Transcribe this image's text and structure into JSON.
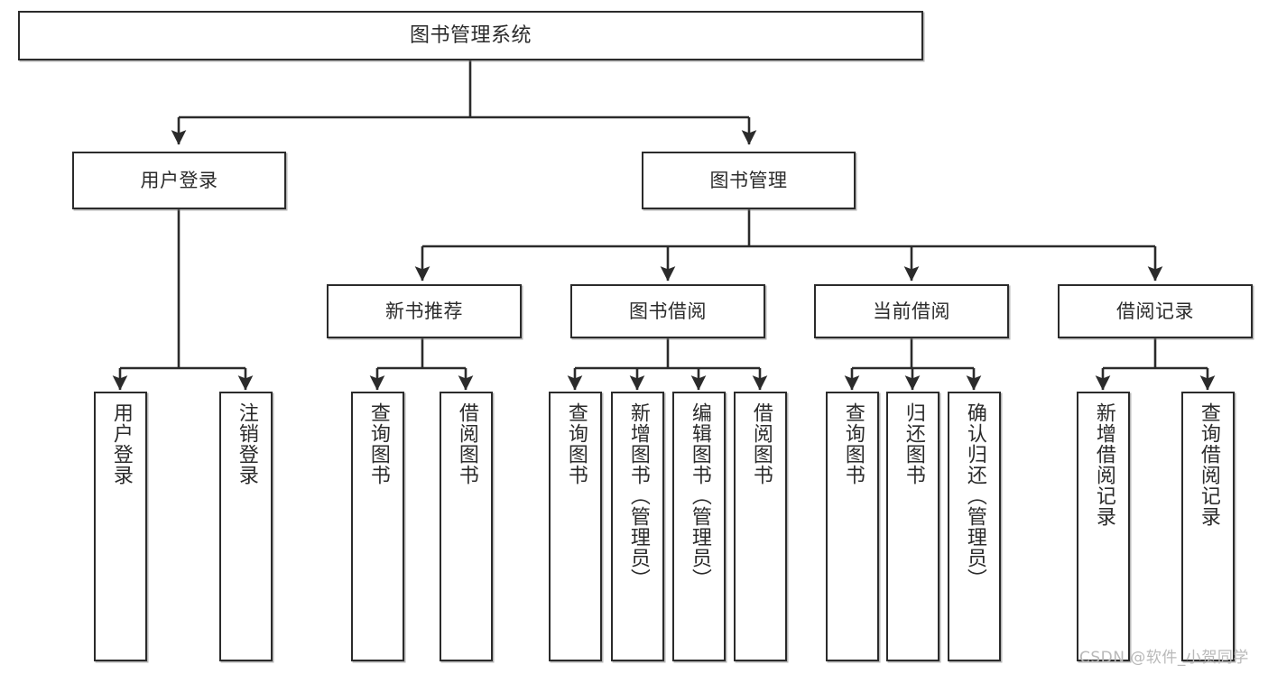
{
  "diagram": {
    "title": "图书管理系统",
    "watermark": "CSDN @软件_小贺同学",
    "stroke_color": "#2b2b2b",
    "fill_color": "#ffffff",
    "background": "#ffffff",
    "nodes": {
      "root": {
        "label": "图书管理系统"
      },
      "level2": [
        {
          "label": "用户登录"
        },
        {
          "label": "图书管理"
        }
      ],
      "level3": [
        {
          "label": "新书推荐"
        },
        {
          "label": "图书借阅"
        },
        {
          "label": "当前借阅"
        },
        {
          "label": "借阅记录"
        }
      ],
      "leaves": {
        "user_login": [
          {
            "label": "用户登录"
          },
          {
            "label": "注销登录"
          }
        ],
        "new_book_recommend": [
          {
            "label": "查询图书"
          },
          {
            "label": "借阅图书"
          }
        ],
        "book_borrow": [
          {
            "label": "查询图书"
          },
          {
            "label": "新增图书（管理员）"
          },
          {
            "label": "编辑图书（管理员）"
          },
          {
            "label": "借阅图书"
          }
        ],
        "current_borrow": [
          {
            "label": "查询图书"
          },
          {
            "label": "归还图书"
          },
          {
            "label": "确认归还（管理员）"
          }
        ],
        "borrow_record": [
          {
            "label": "新增借阅记录"
          },
          {
            "label": "查询借阅记录"
          }
        ]
      }
    }
  }
}
